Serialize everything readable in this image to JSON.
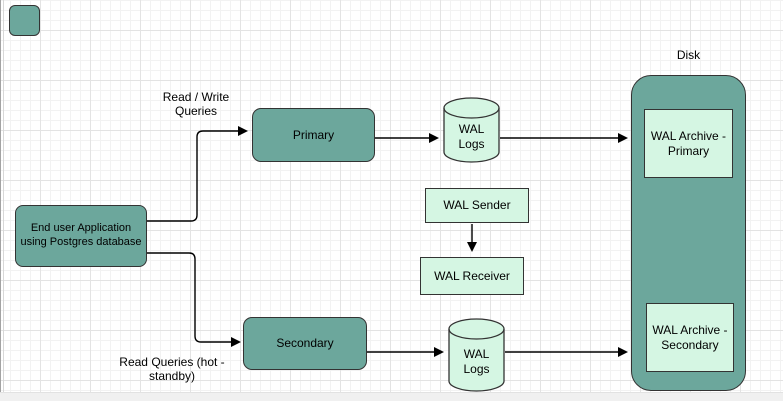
{
  "colors": {
    "node_teal": "#6ca79c",
    "node_mint": "#d5f6e3",
    "shape_stroke": "#333333",
    "connector": "#000000",
    "grid_minor": "#f2f2f2",
    "grid_major": "#e3e3e3"
  },
  "nodes": {
    "end_user": {
      "label": "End user Application\nusing Postgres database"
    },
    "primary": {
      "label": "Primary"
    },
    "secondary": {
      "label": "Secondary"
    },
    "wal_logs_top": {
      "label": "WAL\nLogs"
    },
    "wal_logs_bottom": {
      "label": "WAL\nLogs"
    },
    "wal_sender": {
      "label": "WAL Sender"
    },
    "wal_receiver": {
      "label": "WAL Receiver"
    },
    "disk": {
      "title": "Disk"
    },
    "wal_archive_primary": {
      "label": "WAL Archive -\nPrimary"
    },
    "wal_archive_secondary": {
      "label": "WAL Archive -\nSecondary"
    }
  },
  "edge_labels": {
    "read_write_queries": "Read / Write\nQueries",
    "read_queries_hot_standby": "Read Queries (hot -\nstandby)"
  }
}
